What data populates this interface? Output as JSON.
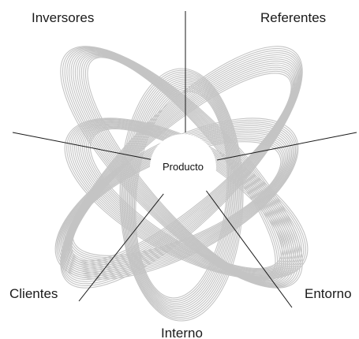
{
  "center": {
    "label": "Producto"
  },
  "stakeholders": [
    {
      "id": "inversores",
      "label": "Inversores"
    },
    {
      "id": "referentes",
      "label": "Referentes"
    },
    {
      "id": "entorno",
      "label": "Entorno"
    },
    {
      "id": "interno",
      "label": "Interno"
    },
    {
      "id": "clientes",
      "label": "Clientes"
    }
  ],
  "colors": {
    "orbits": "#c4c4c4",
    "spokes": "#1a1a1a",
    "text": "#1a1a1a",
    "background": "#ffffff"
  }
}
